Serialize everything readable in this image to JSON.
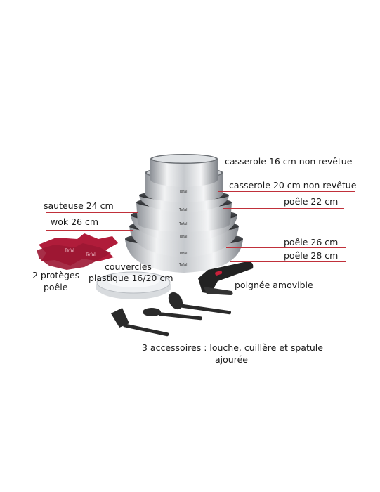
{
  "labels": {
    "casserole16": "casserole 16 cm non revêtue",
    "casserole20": "casserole 20 cm non revêtue",
    "poele22": "poêle 22 cm",
    "sauteuse24": "sauteuse 24 cm",
    "wok26": "wok 26 cm",
    "poele26": "poêle 26 cm",
    "poele28": "poêle 28 cm",
    "proteges_line1": "2 protèges",
    "proteges_line2": "poêle",
    "couvercles_line1": "couvercles",
    "couvercles_line2": "plastique 16/20 cm",
    "poignee": "poignée amovible",
    "accessoires_line1": "3 accessoires : louche, cuillère et spatule",
    "accessoires_line2": "ajourée"
  },
  "brand": "Tefal",
  "colors": {
    "line": "#c0303a",
    "protector": "#b01c3a",
    "steel": "#d9dcdf",
    "black": "#2a2a2a"
  }
}
